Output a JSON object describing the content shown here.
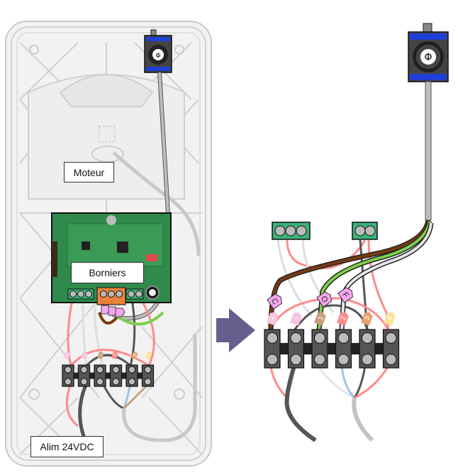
{
  "labels": {
    "motor": "Moteur",
    "terminals": "Borniers",
    "power": "Alim 24VDC"
  },
  "terminal_markers_left": [
    "+",
    "-",
    "1",
    "2",
    "3",
    "4"
  ],
  "terminal_markers_right": [
    "+",
    "-",
    "1",
    "2",
    "3",
    "4"
  ],
  "connector_tags": [
    "C",
    "O",
    "F"
  ],
  "colors": {
    "arrow": "#675e8e",
    "pcb_green": "#2f8a4b",
    "connector_green": "#3bb37a",
    "connector_orange": "#e8803a",
    "key_switch_blue": "#1f3fd6",
    "tag_pink": "#f6a6f0",
    "wire_red": "#ff8a8a",
    "wire_brown": "#7a3a12",
    "wire_green": "#7cd04a",
    "wire_dark": "#555555",
    "wire_light": "#dddddd",
    "wire_blue": "#9ac4ea",
    "wire_tan": "#c8a077"
  }
}
